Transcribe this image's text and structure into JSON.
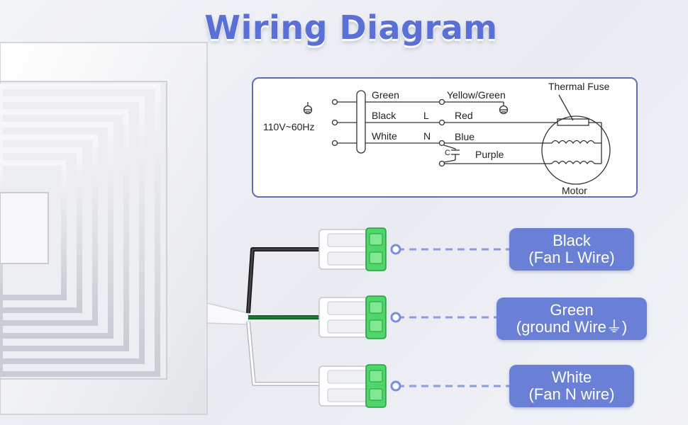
{
  "title": "Wiring Diagram",
  "schematic": {
    "voltage": "110V~60Hz",
    "wires": [
      "Green",
      "Black",
      "White"
    ],
    "terminals": [
      "L",
      "N"
    ],
    "leads": [
      "Yellow/Green",
      "Red",
      "Blue",
      "Purple"
    ],
    "capacitor": "C",
    "fuse": "Thermal Fuse",
    "motor": "Motor"
  },
  "connections": [
    {
      "line1": "Black",
      "line2": "(Fan L Wire)",
      "wire_color": "#2a2a2a"
    },
    {
      "line1": "Green",
      "line2": "(ground Wire⏚)",
      "wire_color": "#1d7a36"
    },
    {
      "line1": "White",
      "line2": "(Fan N wire)",
      "wire_color": "#f4f4f4"
    }
  ],
  "colors": {
    "accent": "#5a70d6",
    "callout": "#6a7fd6",
    "connector_green": "#4fd66a",
    "schematic_border": "#5a6fb8"
  }
}
